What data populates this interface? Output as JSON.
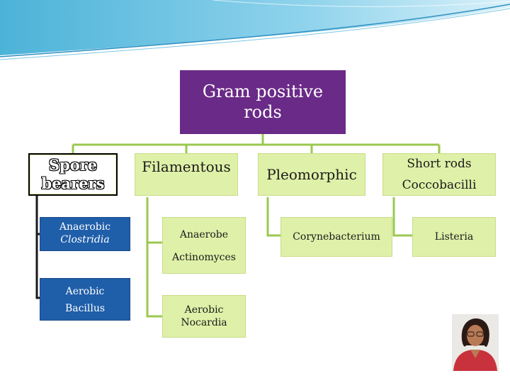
{
  "root": {
    "line1": "Gram positive",
    "line2": "rods"
  },
  "categories": [
    {
      "label_line1": "Spore",
      "label_line2": "bearers"
    },
    {
      "label": "Filamentous"
    },
    {
      "label": "Pleomorphic"
    },
    {
      "label_line1": "Short rods",
      "label_line2": "Coccobacilli"
    }
  ],
  "items": {
    "spore_anaerobic": {
      "line1": "Anaerobic",
      "line2": "Clostridia"
    },
    "spore_aerobic": {
      "line1": "Aerobic",
      "line2": "Bacillus"
    },
    "filamentous_anaerobe": {
      "line1": "Anaerobe",
      "line2": "Actinomyces"
    },
    "filamentous_aerobic": {
      "line1": "Aerobic",
      "line2": "Nocardia"
    },
    "pleomorphic": {
      "label": "Corynebacterium"
    },
    "short_rods": {
      "label": "Listeria"
    }
  },
  "colors": {
    "root_fill": "#6a2a87",
    "category_fill": "#dff0a8",
    "connector": "#9bc850",
    "spore_items_fill": "#1f5ea9",
    "banner": "#3fa7cf"
  }
}
